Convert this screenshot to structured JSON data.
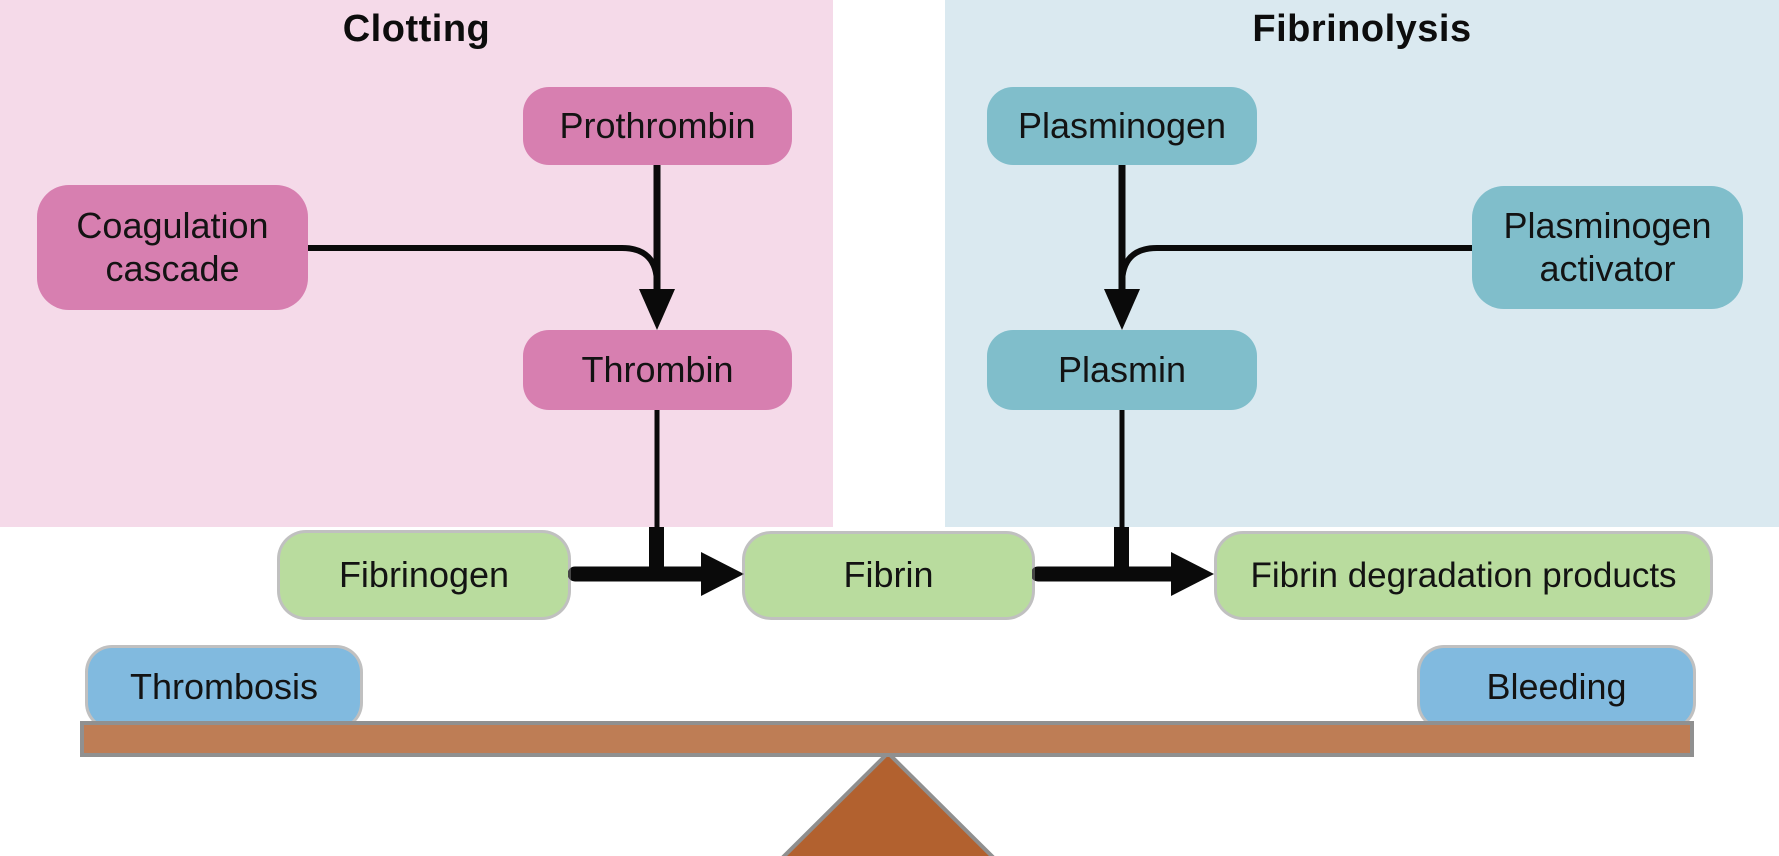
{
  "titles": {
    "clotting": "Clotting",
    "fibrinolysis": "Fibrinolysis"
  },
  "clotting": {
    "prothrombin": "Prothrombin",
    "coagulation_cascade": "Coagulation cascade",
    "thrombin": "Thrombin"
  },
  "fibrinolysis": {
    "plasminogen": "Plasminogen",
    "plasminogen_activator": "Plasminogen activator",
    "plasmin": "Plasmin"
  },
  "pathway": {
    "fibrinogen": "Fibrinogen",
    "fibrin": "Fibrin",
    "fibrin_degradation_products": "Fibrin degradation products"
  },
  "balance": {
    "thrombosis": "Thrombosis",
    "bleeding": "Bleeding"
  },
  "colors": {
    "clotting_panel_bg": "#f5dae9",
    "clotting_node": "#d77fb0",
    "fibrinolysis_panel_bg": "#dae9f0",
    "fibrinolysis_node": "#80becb",
    "pathway_node": "#b9dc9e",
    "balance_node": "#81badf",
    "beam": "#be7d55",
    "fulcrum": "#b2612f",
    "arrow": "#0a0a0a"
  }
}
